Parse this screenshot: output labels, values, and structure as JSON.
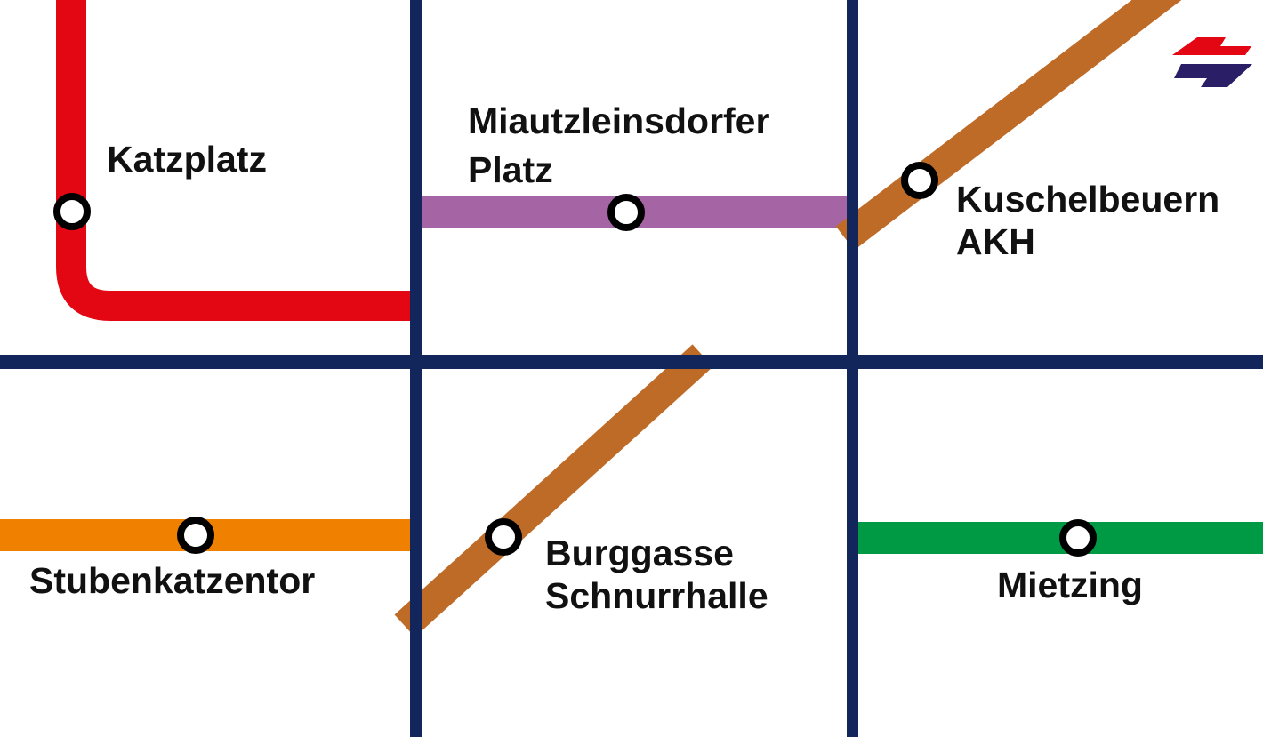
{
  "colors": {
    "grid": "#13265c",
    "background": "#ffffff",
    "station_fill": "#ffffff",
    "station_stroke": "#000000",
    "logo_red": "#e30613",
    "logo_navy": "#2a1f66"
  },
  "lines": [
    {
      "id": "red",
      "color": "#e30613"
    },
    {
      "id": "violet",
      "color": "#a565a4"
    },
    {
      "id": "brown",
      "color": "#bf6b28"
    },
    {
      "id": "orange",
      "color": "#f08000"
    },
    {
      "id": "green",
      "color": "#009a44"
    }
  ],
  "stations": [
    {
      "id": "katzplatz",
      "line": "red",
      "name_lines": [
        "Katzplatz"
      ]
    },
    {
      "id": "miautzleinsdorfer-platz",
      "line": "violet",
      "name_lines": [
        "Miautzleinsdorfer",
        "Platz"
      ]
    },
    {
      "id": "kuschelbeuern-akh",
      "line": "brown",
      "name_lines": [
        "Kuschelbeuern",
        "AKH"
      ]
    },
    {
      "id": "stubenkatzentor",
      "line": "orange",
      "name_lines": [
        "Stubenkatzentor"
      ]
    },
    {
      "id": "burggasse-schnurrhalle",
      "line": "brown",
      "name_lines": [
        "Burggasse",
        "Schnurrhalle"
      ]
    },
    {
      "id": "mietzing",
      "line": "green",
      "name_lines": [
        "Mietzing"
      ]
    }
  ],
  "logo": {
    "icon": "transit-operator-logo-icon"
  }
}
